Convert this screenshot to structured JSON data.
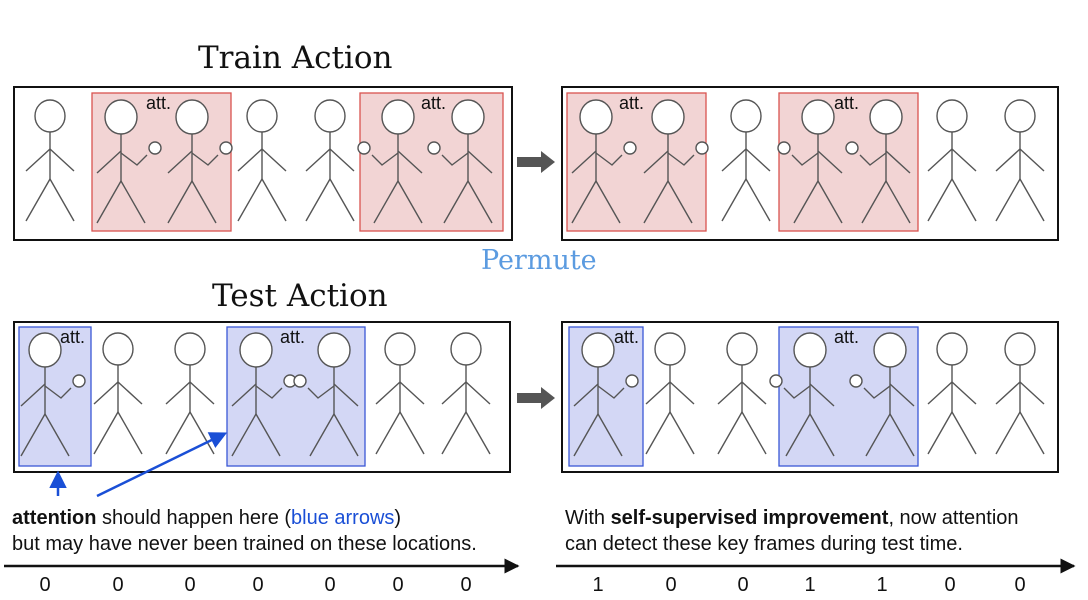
{
  "titles": {
    "train": "Train Action",
    "test": "Test Action",
    "permute": "Permute"
  },
  "att_label": "att.",
  "caption_left": {
    "bold": "attention",
    "mid": " should happen here (",
    "blue": "blue arrows",
    "end": ")",
    "line2": "but may have never been trained on these locations."
  },
  "caption_right": {
    "pre": "With ",
    "bold": "self-supervised improvement",
    "post": ", now attention",
    "line2": "can detect these key frames during test time."
  },
  "labels_left": [
    "0",
    "0",
    "0",
    "0",
    "0",
    "0",
    "0"
  ],
  "labels_right": [
    "1",
    "0",
    "0",
    "1",
    "1",
    "0",
    "0"
  ],
  "colors": {
    "train_highlight_fill": "#f2d4d4",
    "train_highlight_stroke": "#d9534f",
    "test_highlight_fill": "#d3d7f5",
    "test_highlight_stroke": "#3a57d6",
    "arrow_blue": "#1a4fd6",
    "permute_blue": "#5b9be0",
    "gray_arrow": "#555555"
  }
}
